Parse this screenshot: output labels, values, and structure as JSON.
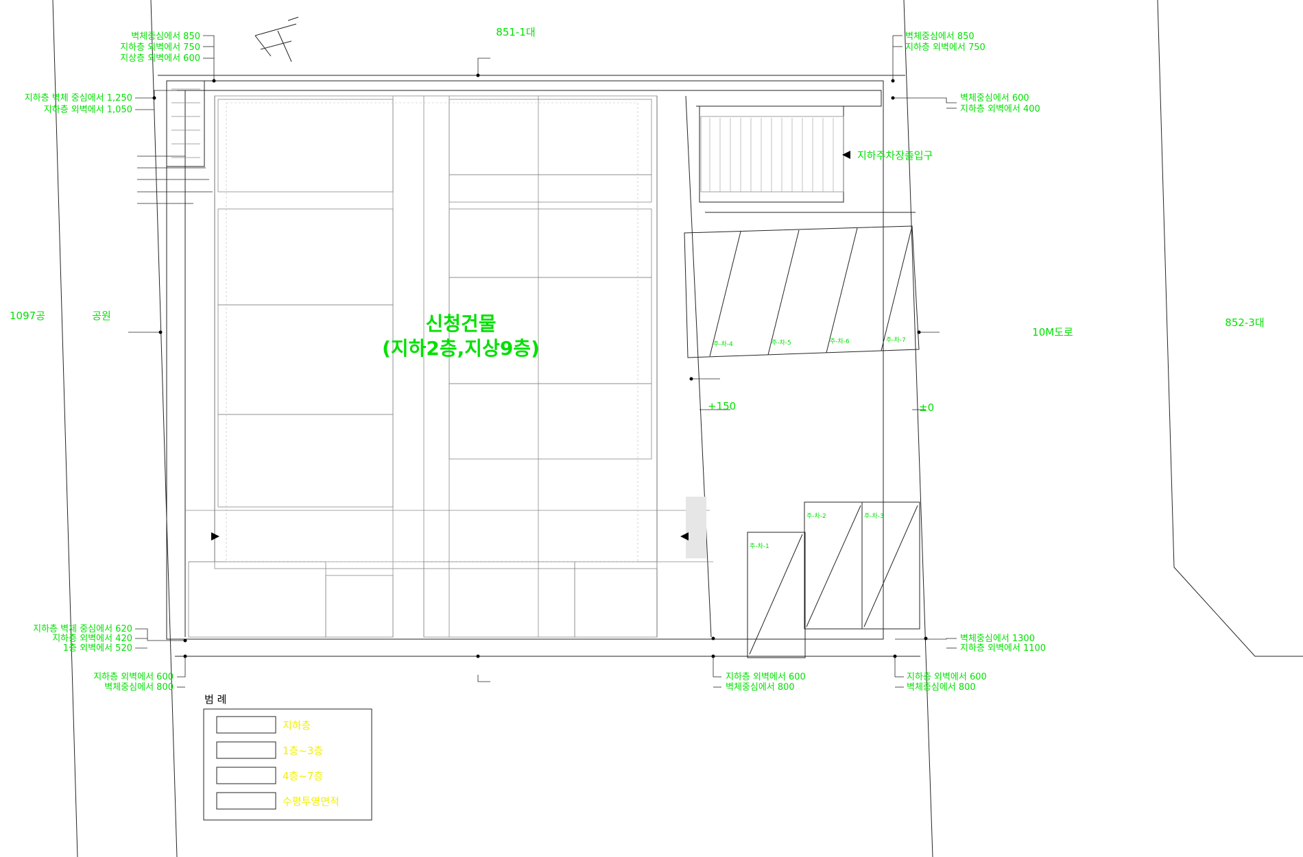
{
  "title": {
    "line1": "신청건물",
    "line2": "(지하2층,지상9층)"
  },
  "top_lot": "851-1대",
  "left_lot": "1097공",
  "park": "공원",
  "road": "10M도로",
  "right_lot": "852-3대",
  "parking_entry": "지하주차장출입구",
  "elev_a": "+150",
  "elev_b": "±0",
  "notes_top_left": [
    "벽체중심에서 850",
    "지하층 외벽에서 750",
    "지상층 외벽에서 600"
  ],
  "notes_left_upper": [
    "지하층 벽체 중심에서 1,250",
    "지하층 외벽에서 1,050"
  ],
  "notes_left_lower": [
    "지하층 벽체 중심에서 620",
    "지하층 외벽에서 420",
    "1층 외벽에서 520"
  ],
  "notes_bottom_left": [
    "지하층 외벽에서 600",
    "벽체중심에서 800"
  ],
  "notes_bottom_mid": [
    "지하층 외벽에서 600",
    "벽체중심에서 800"
  ],
  "notes_bottom_right": [
    "지하층 외벽에서 600",
    "벽체중심에서 800"
  ],
  "notes_top_right": [
    "벽체중심에서 850",
    "지하층 외벽에서 750"
  ],
  "notes_right_upper": [
    "벽체중심에서 600",
    "지하층 외벽에서 400"
  ],
  "notes_right_lower": [
    "벽체중심에서 1300",
    "지하층 외벽에서 1100"
  ],
  "parking_labels": [
    "주-차-1",
    "주-차-2",
    "주-차-3",
    "주-차-4",
    "주-차-5",
    "주-차-6",
    "주-차-7"
  ],
  "legend": {
    "title": "범 례",
    "items": [
      {
        "label": "지하층",
        "fill": "#ffffff"
      },
      {
        "label": "1층~3층",
        "fill": "#ffffff"
      },
      {
        "label": "4층~7층",
        "fill": "#ffffff"
      },
      {
        "label": "수평투영면적",
        "fill": "#e6e6e6"
      }
    ]
  },
  "colors": {
    "text_green": "#00e000",
    "text_yellow": "#f0f000",
    "line": "#222222"
  }
}
